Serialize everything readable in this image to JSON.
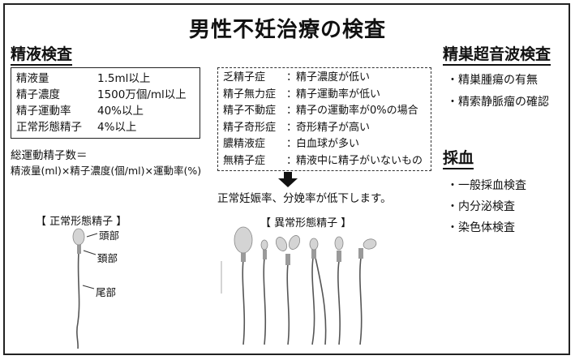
{
  "title": "男性不妊治療の検査",
  "semen": {
    "heading": "精液検査",
    "rows": [
      {
        "k": "精液量",
        "v": "1.5ml以上"
      },
      {
        "k": "精子濃度",
        "v": "1500万個/ml以上"
      },
      {
        "k": "精子運動率",
        "v": "40%以上"
      },
      {
        "k": "正常形態精子",
        "v": "4%以上"
      }
    ],
    "formula_label": "総運動精子数＝",
    "formula": "精液量(ml)×精子濃度(個/ml)×運動率(%)"
  },
  "disorders": [
    {
      "name": "乏精子症",
      "desc": "精子濃度が低い"
    },
    {
      "name": "精子無力症",
      "desc": "精子運動率が低い"
    },
    {
      "name": "精子不動症",
      "desc": "精子の運動率が0%の場合"
    },
    {
      "name": "精子奇形症",
      "desc": "奇形精子が高い"
    },
    {
      "name": "膿精液症",
      "desc": "白血球が多い"
    },
    {
      "name": "無精子症",
      "desc": "精液中に精子がいないもの"
    }
  ],
  "separator": "：",
  "note": "正常妊娠率、分娩率が低下します。",
  "testis": {
    "heading": "精巣超音波検査",
    "items": [
      "・精巣腫瘍の有無",
      "・精索静脈瘤の確認"
    ]
  },
  "blood": {
    "heading": "採血",
    "items": [
      "・一般採血検査",
      "・内分泌検査",
      "・染色体検査"
    ]
  },
  "normal": {
    "caption": "【 正常形態精子 】",
    "labels": {
      "head": "頭部",
      "neck": "頚部",
      "tail": "尾部"
    }
  },
  "abnormal": {
    "caption": "【 異常形態精子 】"
  },
  "colors": {
    "head": "#d4d4d4",
    "neck": "#9a9a9a",
    "tail": "#555555"
  }
}
